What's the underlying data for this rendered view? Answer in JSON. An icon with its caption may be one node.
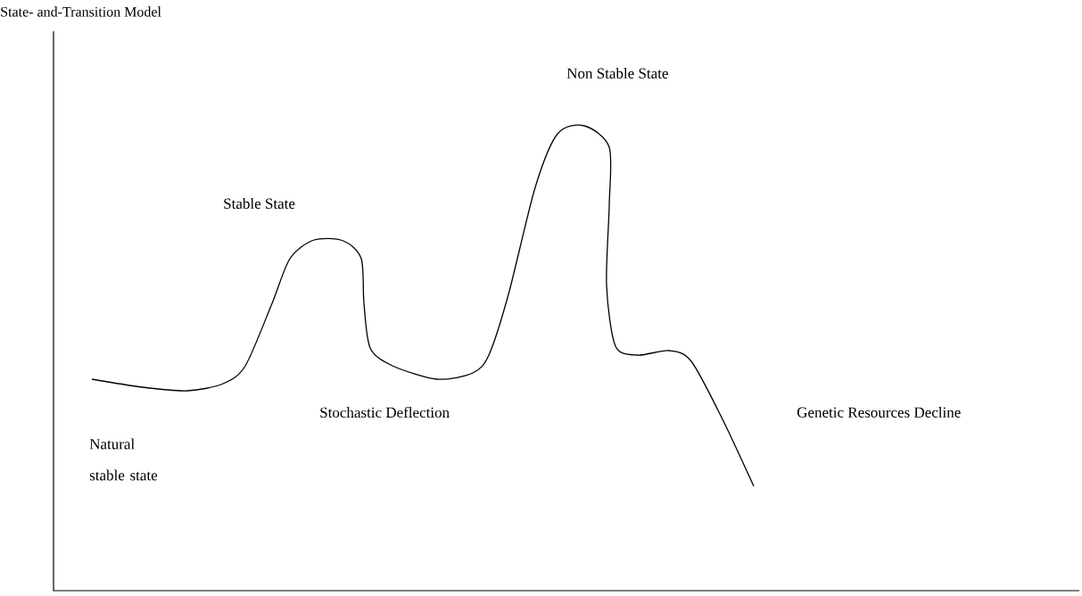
{
  "diagram": {
    "title": "State- and-Transition Model",
    "labels": [
      "Non Stable State",
      "Stable State",
      "Stochastic Deflection",
      "Genetic Resources Decline",
      "Natural stable state"
    ]
  }
}
